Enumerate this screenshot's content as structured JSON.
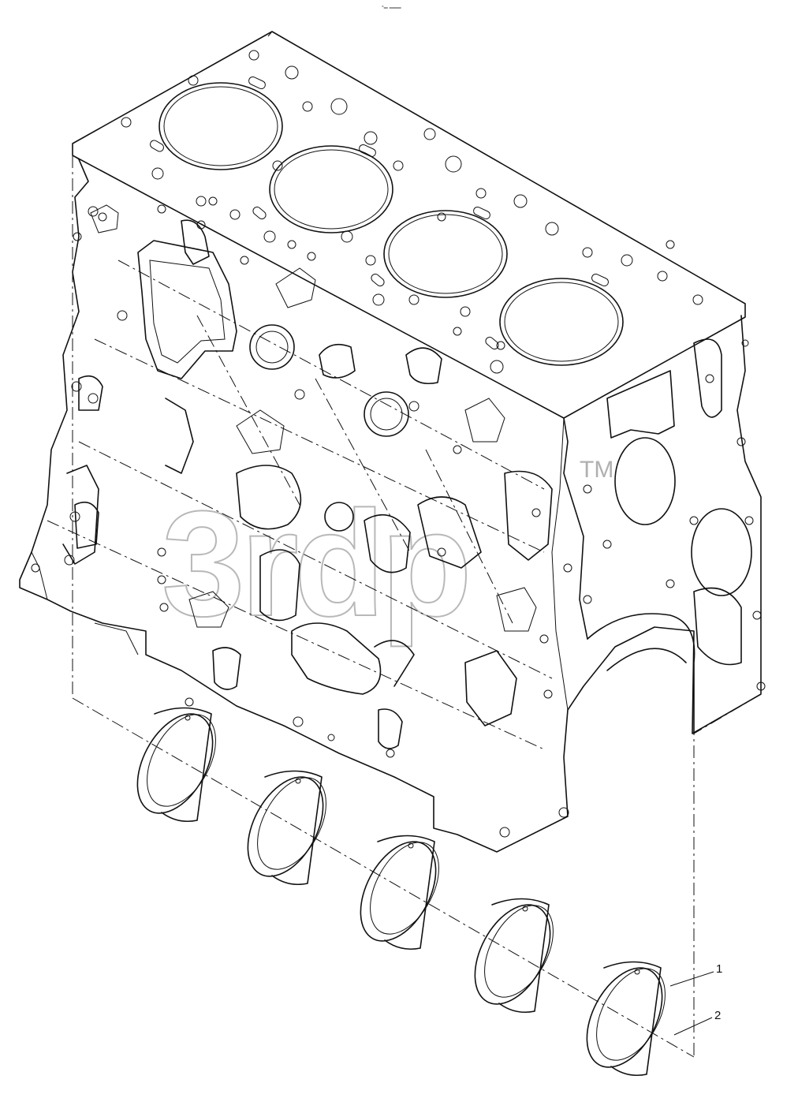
{
  "header": {
    "mark": "°═ ═══"
  },
  "watermark": {
    "text": "3rdp",
    "tm": "TM"
  },
  "callouts": [
    {
      "id": "callout-1",
      "label": "1"
    },
    {
      "id": "callout-2",
      "label": "2"
    }
  ],
  "parts": [
    {
      "name": "cylinder-block",
      "type": "engine block, 4 cylinders"
    },
    {
      "name": "main-bearing",
      "count": 5
    }
  ]
}
